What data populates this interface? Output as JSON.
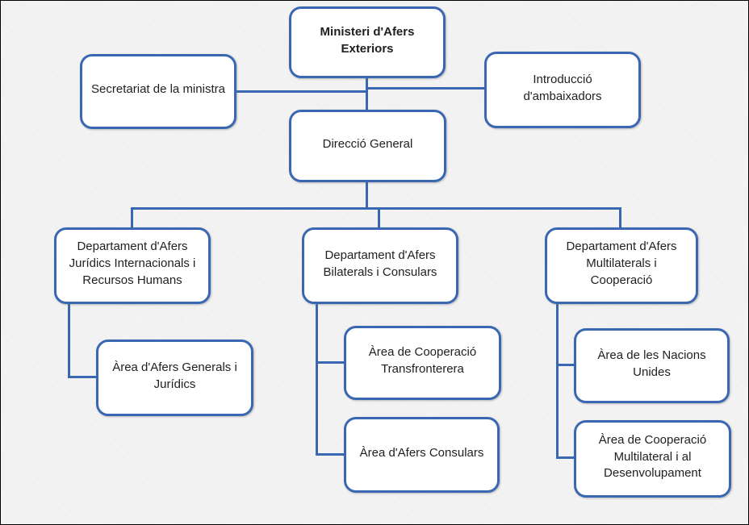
{
  "nodes": {
    "ministry": "Ministeri d'Afers Exteriors",
    "secretariat": "Secretariat de la ministra",
    "ambassadors": "Introducció d'ambaixadors",
    "direccio": "Direcció General",
    "dept_juridics": "Departament d'Afers Jurídics Internacionals i Recursos Humans",
    "dept_bilaterals": "Departament d'Afers Bilaterals i Consulars",
    "dept_multilaterals": "Departament d'Afers Multilaterals i Cooperació",
    "area_generals": "Àrea d'Afers Generals i Jurídics",
    "area_transfronterera": "Àrea de Cooperació Transfronterera",
    "area_consulars": "Àrea d'Afers Consulars",
    "area_nacions": "Àrea de les Nacions Unides",
    "area_desenvolupament": "Àrea de Cooperació Multilateral i al Desenvolupament"
  },
  "hierarchy": [
    {
      "parent": "Ministeri d'Afers Exteriors",
      "child": "Secretariat de la ministra"
    },
    {
      "parent": "Ministeri d'Afers Exteriors",
      "child": "Introducció d'ambaixadors"
    },
    {
      "parent": "Ministeri d'Afers Exteriors",
      "child": "Direcció General"
    },
    {
      "parent": "Direcció General",
      "child": "Departament d'Afers Jurídics Internacionals i Recursos Humans"
    },
    {
      "parent": "Direcció General",
      "child": "Departament d'Afers Bilaterals i Consulars"
    },
    {
      "parent": "Direcció General",
      "child": "Departament d'Afers Multilaterals i Cooperació"
    },
    {
      "parent": "Departament d'Afers Jurídics Internacionals i Recursos Humans",
      "child": "Àrea d'Afers Generals i Jurídics"
    },
    {
      "parent": "Departament d'Afers Bilaterals i Consulars",
      "child": "Àrea de Cooperació Transfronterera"
    },
    {
      "parent": "Departament d'Afers Bilaterals i Consulars",
      "child": "Àrea d'Afers Consulars"
    },
    {
      "parent": "Departament d'Afers Multilaterals i Cooperació",
      "child": "Àrea de les Nacions Unides"
    },
    {
      "parent": "Departament d'Afers Multilaterals i Cooperació",
      "child": "Àrea de Cooperació Multilateral i al Desenvolupament"
    }
  ],
  "colors": {
    "box_border": "#3a67b1",
    "connector": "#3a67b1",
    "box_fill": "#ffffff",
    "background": "#f1f1f1",
    "text": "#1f1f1f"
  }
}
